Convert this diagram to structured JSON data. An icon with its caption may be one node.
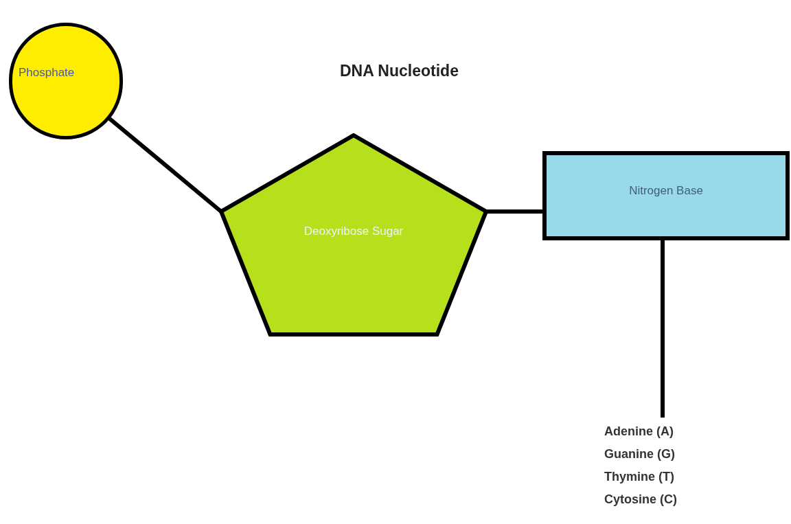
{
  "diagram": {
    "title": "DNA Nucleotide",
    "nodes": [
      {
        "text": [
          "Phosphate"
        ]
      },
      {
        "text": [
          "Deoxyribose Sugar"
        ]
      },
      {
        "text": [
          "Nitrogen Base"
        ]
      },
      {
        "text": [
          "Adenine (A)",
          "Guanine (G)",
          "Thymine (T)",
          "Cytosine (C)"
        ]
      }
    ],
    "edges": [
      {
        "from": 0,
        "to": 1,
        "arrow": "none"
      },
      {
        "from": 1,
        "to": 2,
        "arrow": "none"
      },
      {
        "from": 2,
        "to": 3,
        "arrow": "none"
      }
    ]
  }
}
